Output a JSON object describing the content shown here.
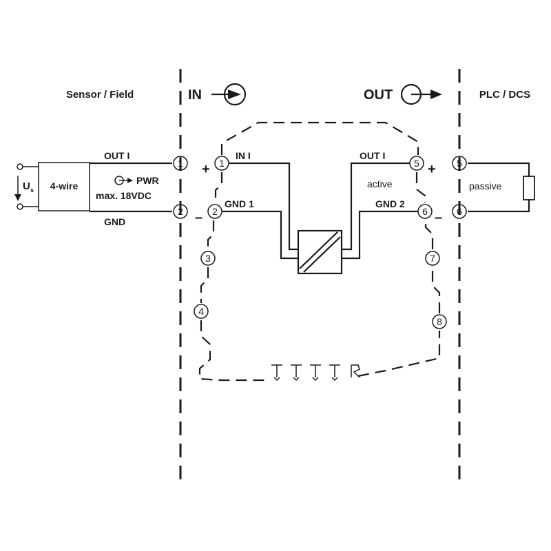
{
  "zones": {
    "sensor_field": "Sensor / Field",
    "plc_dcs": "PLC / DCS",
    "in": "IN",
    "out": "OUT"
  },
  "sensor": {
    "box_label": "4-wire",
    "out_label": "OUT I",
    "gnd_label": "GND",
    "pwr_label": "PWR",
    "max_label": "max. 18VDC",
    "us_main": "U",
    "us_sub": "s"
  },
  "module": {
    "in_label": "IN I",
    "gnd1_label": "GND 1",
    "out_label": "OUT I",
    "gnd2_label": "GND 2",
    "active_label": "active",
    "plus_left": "+",
    "minus_left": "–",
    "plus_right": "+",
    "minus_right": "–"
  },
  "plc": {
    "passive_label": "passive"
  },
  "terminals": {
    "field_1": "1",
    "field_2": "2",
    "mod_1": "1",
    "mod_2": "2",
    "mod_3": "3",
    "mod_4": "4",
    "mod_5": "5",
    "mod_6": "6",
    "mod_7": "7",
    "mod_8": "8",
    "plc_5": "5",
    "plc_6": "6"
  }
}
